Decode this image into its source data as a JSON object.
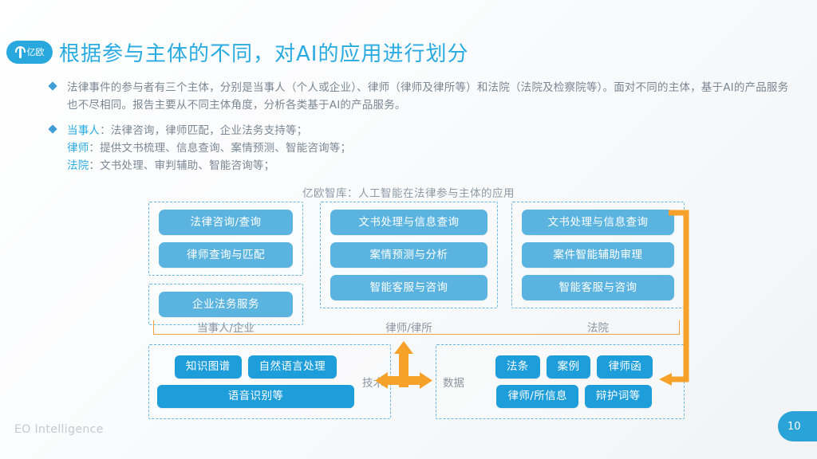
{
  "header": {
    "logo_text": "亿欧",
    "logo_icon": "eo-leaf-icon",
    "title": "根据参与主体的不同，对AI的应用进行划分"
  },
  "bullets": [
    {
      "marker": "diamond-bullet-icon",
      "lines": [
        "法律事件的参与者有三个主体，分别是当事人（个人或企业）、律师（律师及律所等）和法院（法院及检察院等）。面对不同的主体，基于AI的产品服务也不尽相同。报告主要从不同主体角度，分析各类基于AI的产品服务。"
      ]
    },
    {
      "marker": "diamond-bullet-icon",
      "lines": [
        {
          "keyword": "当事人",
          "rest": "：法律咨询，律师匹配，企业法务支持等；"
        },
        {
          "keyword": "律师",
          "rest": "：提供文书梳理、信息查询、案情预测、智能咨询等；"
        },
        {
          "keyword": "法院",
          "rest": "：文书处理、审判辅助、智能咨询等；"
        }
      ]
    }
  ],
  "diagram": {
    "title": "亿欧智库：人工智能在法律参与主体的应用",
    "columns": [
      {
        "role_label": "当事人/企业",
        "groups": [
          {
            "items": [
              "法律咨询/查询",
              "律师查询与匹配"
            ]
          },
          {
            "items": [
              "企业法务服务"
            ]
          }
        ]
      },
      {
        "role_label": "律师/律所",
        "groups": [
          {
            "items": [
              "文书处理与信息查询",
              "案情预测与分析",
              "智能客服与咨询"
            ]
          }
        ]
      },
      {
        "role_label": "法院",
        "groups": [
          {
            "items": [
              "文书处理与信息查询",
              "案件智能辅助审理",
              "智能客服与咨询"
            ]
          }
        ]
      }
    ],
    "foundation": {
      "tech": {
        "label": "技术",
        "items": [
          "知识图谱",
          "自然语言处理",
          "语音识别等"
        ]
      },
      "data": {
        "label": "数据",
        "items": [
          "法条",
          "案例",
          "律师函",
          "律师/所信息",
          "辩护词等"
        ]
      },
      "connector_icon": "t-shaped-double-arrow-icon",
      "side_connector_icon": "right-bracket-arrow-icon"
    },
    "colors": {
      "pill_blue": "#5bb4e0",
      "tile_blue": "#1d9dd9",
      "dashed_border": "#63b8e4",
      "orange_accent": "#f2a23c",
      "title_blue": "#29abe2"
    }
  },
  "footer": {
    "brand": "EO Intelligence",
    "page_number": "10"
  }
}
